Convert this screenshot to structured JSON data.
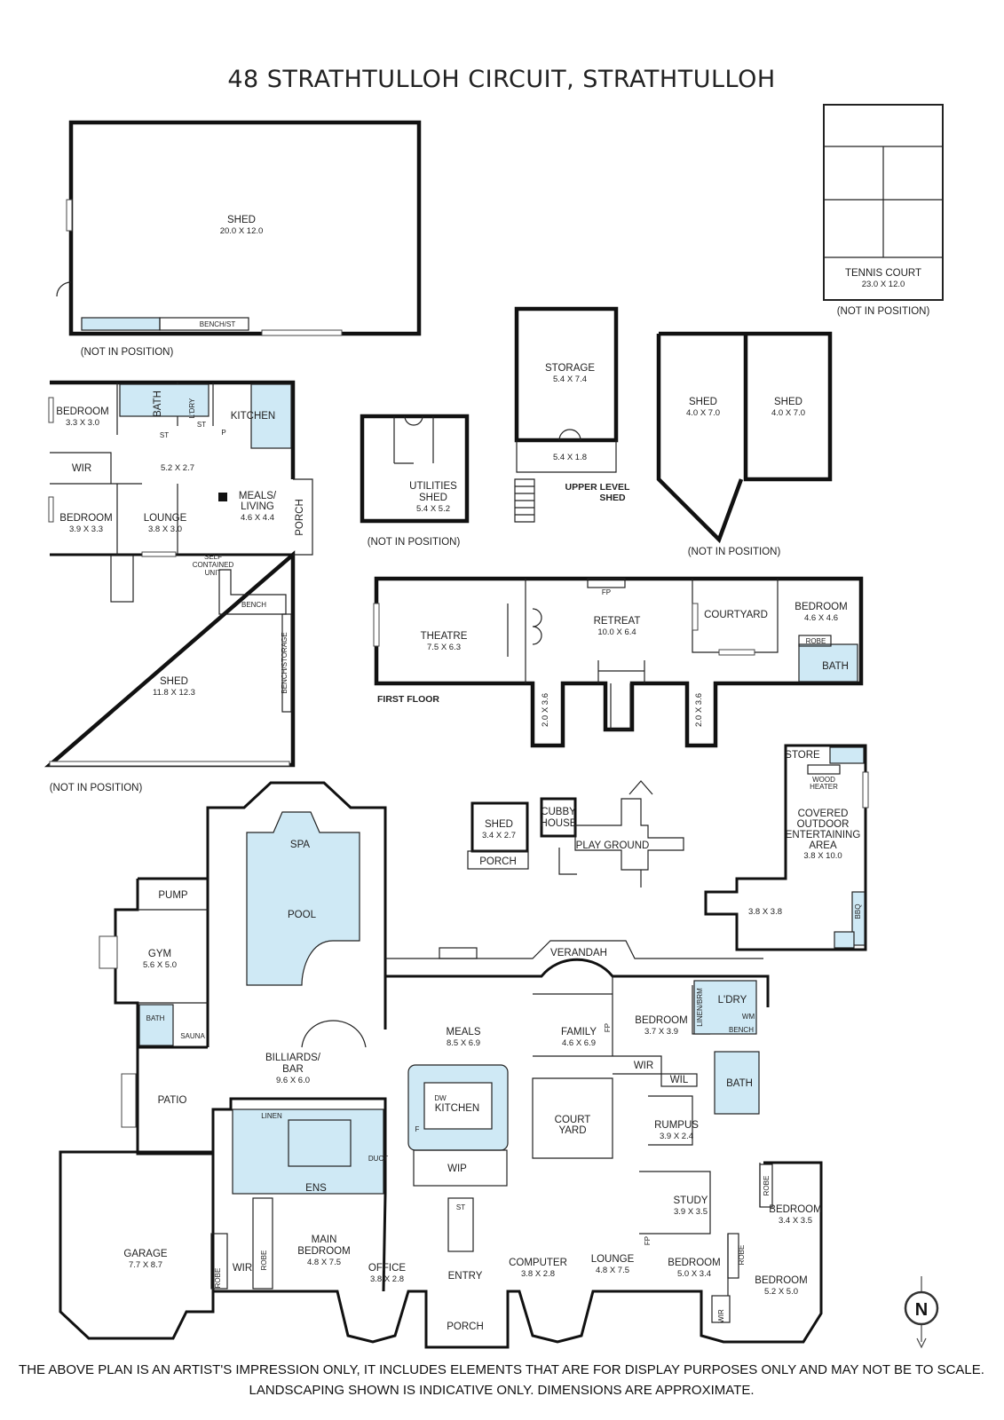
{
  "title": "48 STRATHTULLOH CIRCUIT, STRATHTULLOH",
  "disclaimer": {
    "line1": "THE ABOVE PLAN IS AN ARTIST'S IMPRESSION ONLY, IT INCLUDES ELEMENTS THAT ARE FOR DISPLAY PURPOSES ONLY AND MAY NOT BE TO SCALE.",
    "line2": "LANDSCAPING SHOWN IS INDICATIVE ONLY. DIMENSIONS ARE APPROXIMATE."
  },
  "notes": {
    "not_in_position": "(NOT IN POSITION)",
    "first_floor": "FIRST FLOOR",
    "upper_level_shed": [
      "UPPER LEVEL",
      "SHED"
    ],
    "north": "N"
  },
  "outbuildings": {
    "big_shed": {
      "name": "SHED",
      "dim": "20.0 X 12.0",
      "bench": "BENCH/ST"
    },
    "tennis": {
      "name": "TENNIS COURT",
      "dim": "23.0 X 12.0"
    },
    "storage": {
      "name": "STORAGE",
      "dim": "5.4 X 7.4",
      "lower_dim": "5.4 X 1.8"
    },
    "utilities": {
      "name": [
        "UTILITIES",
        "SHED"
      ],
      "dim": "5.4 X 5.2"
    },
    "shed_a": {
      "name": "SHED",
      "dim": "4.0 X 7.0"
    },
    "shed_b": {
      "name": "SHED",
      "dim": "4.0 X 7.0"
    }
  },
  "unit": {
    "bedroom1": {
      "name": "BEDROOM",
      "dim": "3.3 X 3.0"
    },
    "bath": "BATH",
    "ldry": "L'DRY",
    "kitchen": "KITCHEN",
    "st1": "ST",
    "st2": "ST",
    "p": "P",
    "wir": "WIR",
    "hall_dim": "5.2 X 2.7",
    "meals": {
      "name": [
        "MEALS/",
        "LIVING"
      ],
      "dim": "4.6 X 4.4"
    },
    "porch": "PORCH",
    "bedroom2": {
      "name": "BEDROOM",
      "dim": "3.9 X 3.3"
    },
    "lounge": {
      "name": "LOUNGE",
      "dim": "3.8 X 3.0"
    },
    "self_contained": [
      "SELF",
      "CONTAINED",
      "UNIT"
    ],
    "bench": "BENCH",
    "bench_storage": "BENCH/STORAGE",
    "shed": {
      "name": "SHED",
      "dim": "11.8 X 12.3"
    }
  },
  "first_floor": {
    "theatre": {
      "name": "THEATRE",
      "dim": "7.5 X 6.3"
    },
    "retreat": {
      "name": "RETREAT",
      "dim": "10.0 X 6.4"
    },
    "fp": "FP",
    "courtyard": "COURTYARD",
    "bedroom": {
      "name": "BEDROOM",
      "dim": "4.6 X 4.6"
    },
    "robe": "ROBE",
    "bath": "BATH",
    "balcony1": "2.0 X 3.6",
    "balcony2": "2.0 X 3.6"
  },
  "garden": {
    "shed": {
      "name": "SHED",
      "dim": "3.4 X 2.7"
    },
    "porch": "PORCH",
    "cubby": [
      "CUBBY",
      "HOUSE"
    ],
    "play": "PLAY GROUND",
    "outdoor": {
      "store": "STORE",
      "heater": [
        "WOOD",
        "HEATER"
      ],
      "name": [
        "COVERED",
        "OUTDOOR",
        "ENTERTAINING",
        "AREA"
      ],
      "dim": "3.8 X 10.0",
      "dim2": "3.8 X 3.8",
      "bbq": "BBQ"
    }
  },
  "ground": {
    "spa": "SPA",
    "pool": "POOL",
    "pump": "PUMP",
    "gym": {
      "name": "GYM",
      "dim": "5.6 X 5.0"
    },
    "bath": "BATH",
    "sauna": "SAUNA",
    "patio": "PATIO",
    "billiards": {
      "name": [
        "BILLIARDS/",
        "BAR"
      ],
      "dim": "9.6 X 6.0"
    },
    "verandah": "VERANDAH",
    "meals": {
      "name": "MEALS",
      "dim": "8.5 X 6.9"
    },
    "family": {
      "name": "FAMILY",
      "dim": "4.6 X 6.9"
    },
    "fp1": "FP",
    "bedroom1": {
      "name": "BEDROOM",
      "dim": "3.7 X 3.9"
    },
    "linen_brm": "LINEN/BRM",
    "ldry": "L'DRY",
    "wm": "WM",
    "bench": "BENCH",
    "wir1": "WIR",
    "wil": "WIL",
    "bath2": "BATH",
    "kitchen": "KITCHEN",
    "dw": "DW",
    "f": "F",
    "wip": "WIP",
    "courtyard": [
      "COURT",
      "YARD"
    ],
    "rumpus": {
      "name": "RUMPUS",
      "dim": "3.9 X 2.4"
    },
    "linen": "LINEN",
    "duct": "DUCT",
    "ens": "ENS",
    "garage": {
      "name": "GARAGE",
      "dim": "7.7 X 8.7"
    },
    "robe1": "ROBE",
    "wir2": "WIR",
    "robe2": "ROBE",
    "main_bedroom": {
      "name": [
        "MAIN",
        "BEDROOM"
      ],
      "dim": "4.8 X 7.5"
    },
    "office": {
      "name": "OFFICE",
      "dim": "3.8 X 2.8"
    },
    "entry": "ENTRY",
    "st": "ST",
    "porch": "PORCH",
    "computer": {
      "name": "COMPUTER",
      "dim": "3.8 X 2.8"
    },
    "lounge": {
      "name": "LOUNGE",
      "dim": "4.8 X 7.5"
    },
    "fp2": "FP",
    "study": {
      "name": "STUDY",
      "dim": "3.9 X 3.5"
    },
    "bedroom2": {
      "name": "BEDROOM",
      "dim": "5.0 X 3.4"
    },
    "robe3": "ROBE",
    "bedroom3": {
      "name": "BEDROOM",
      "dim": "3.4 X 3.5"
    },
    "robe4": "ROBE",
    "bedroom4": {
      "name": "BEDROOM",
      "dim": "5.2 X 5.0"
    },
    "wir3": "WIR"
  },
  "colors": {
    "wet_area": "#cfe9f5",
    "wall": "#111111"
  }
}
